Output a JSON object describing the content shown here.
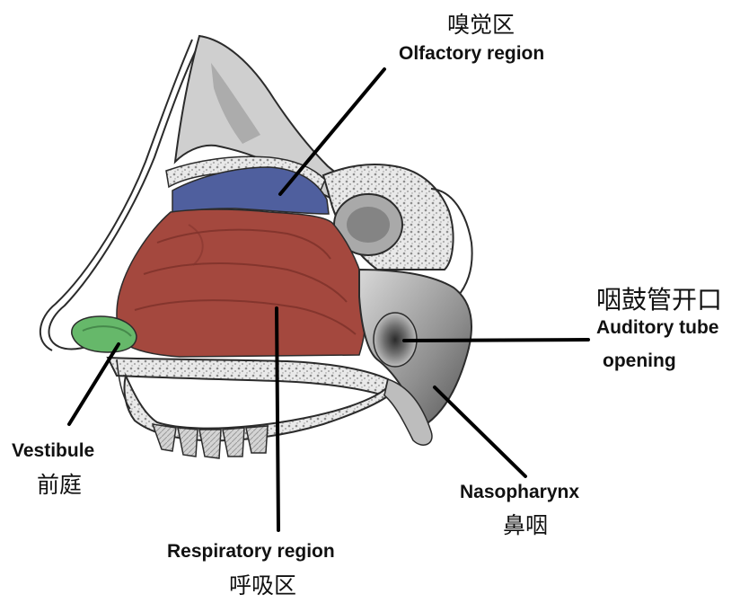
{
  "labels": {
    "olfactory": {
      "zh": "嗅觉区",
      "en": "Olfactory region"
    },
    "auditory_tube": {
      "zh": "咽鼓管开口",
      "en_line1": "Auditory tube",
      "en_line2": "opening"
    },
    "vestibule": {
      "en": "Vestibule",
      "zh": "前庭"
    },
    "nasopharynx": {
      "en": "Nasopharynx",
      "zh": "鼻咽"
    },
    "respiratory": {
      "en": "Respiratory region",
      "zh": "呼吸区"
    }
  },
  "colors": {
    "olfactory_region": "#4f5f9e",
    "respiratory_region": "#a4483e",
    "vestibule": "#66b86a",
    "bone": "#e6e6e6",
    "spongy_bone": "#c9c9c9",
    "outline": "#2b2b2b",
    "leader_line": "#000000",
    "background": "#ffffff"
  }
}
